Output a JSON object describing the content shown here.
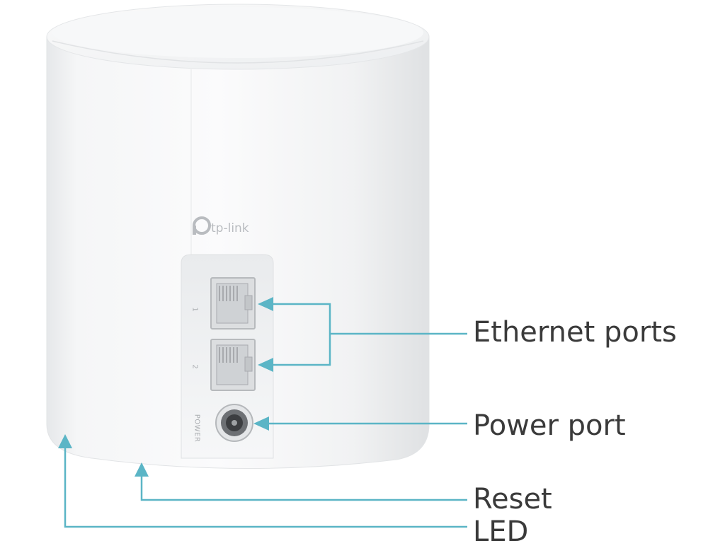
{
  "device": {
    "logo_text": "tp-link",
    "port_1_label": "1",
    "port_2_label": "2",
    "power_label": "POWER"
  },
  "callouts": [
    {
      "id": "ethernet",
      "label": "Ethernet ports"
    },
    {
      "id": "power",
      "label": "Power port"
    },
    {
      "id": "reset",
      "label": "Reset"
    },
    {
      "id": "led",
      "label": "LED"
    }
  ],
  "colors": {
    "callout_line": "#5bb5c6",
    "label_text": "#3a3a3a",
    "device_body": "#f4f5f6"
  }
}
